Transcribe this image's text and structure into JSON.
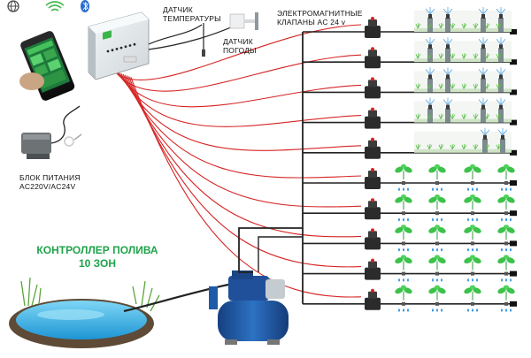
{
  "labels": {
    "temp_sensor_l1": "ДАТЧИК",
    "temp_sensor_l2": "ТЕМПЕРАТУРЫ",
    "weather_sensor_l1": "ДАТЧИК",
    "weather_sensor_l2": "ПОГОДЫ",
    "valves_l1": "ЭЛЕКТРОМАГНИТНЫЕ",
    "valves_l2": "КЛАПАНЫ AC 24 v",
    "psu_l1": "БЛОК ПИТАНИЯ",
    "psu_l2": "AC220V/AC24V",
    "controller_l1": "КОНТРОЛЛЕР ПОЛИВА",
    "controller_l2": "10 ЗОН"
  },
  "icons": [
    "globe-icon",
    "wifi-icon",
    "bluetooth-icon"
  ],
  "colors": {
    "wire": "#d62424",
    "pipe": "#222222",
    "title_green": "#1fa34a",
    "controller_body": "#e8edf0",
    "leaf": "#3cc24a",
    "water_drop": "#2a8fe0",
    "pond_water": "#36b6ea",
    "pump_blue": "#1e5aa8"
  },
  "zones": {
    "count": 10,
    "sprinkler_zones": 5,
    "drip_zones": 5
  }
}
